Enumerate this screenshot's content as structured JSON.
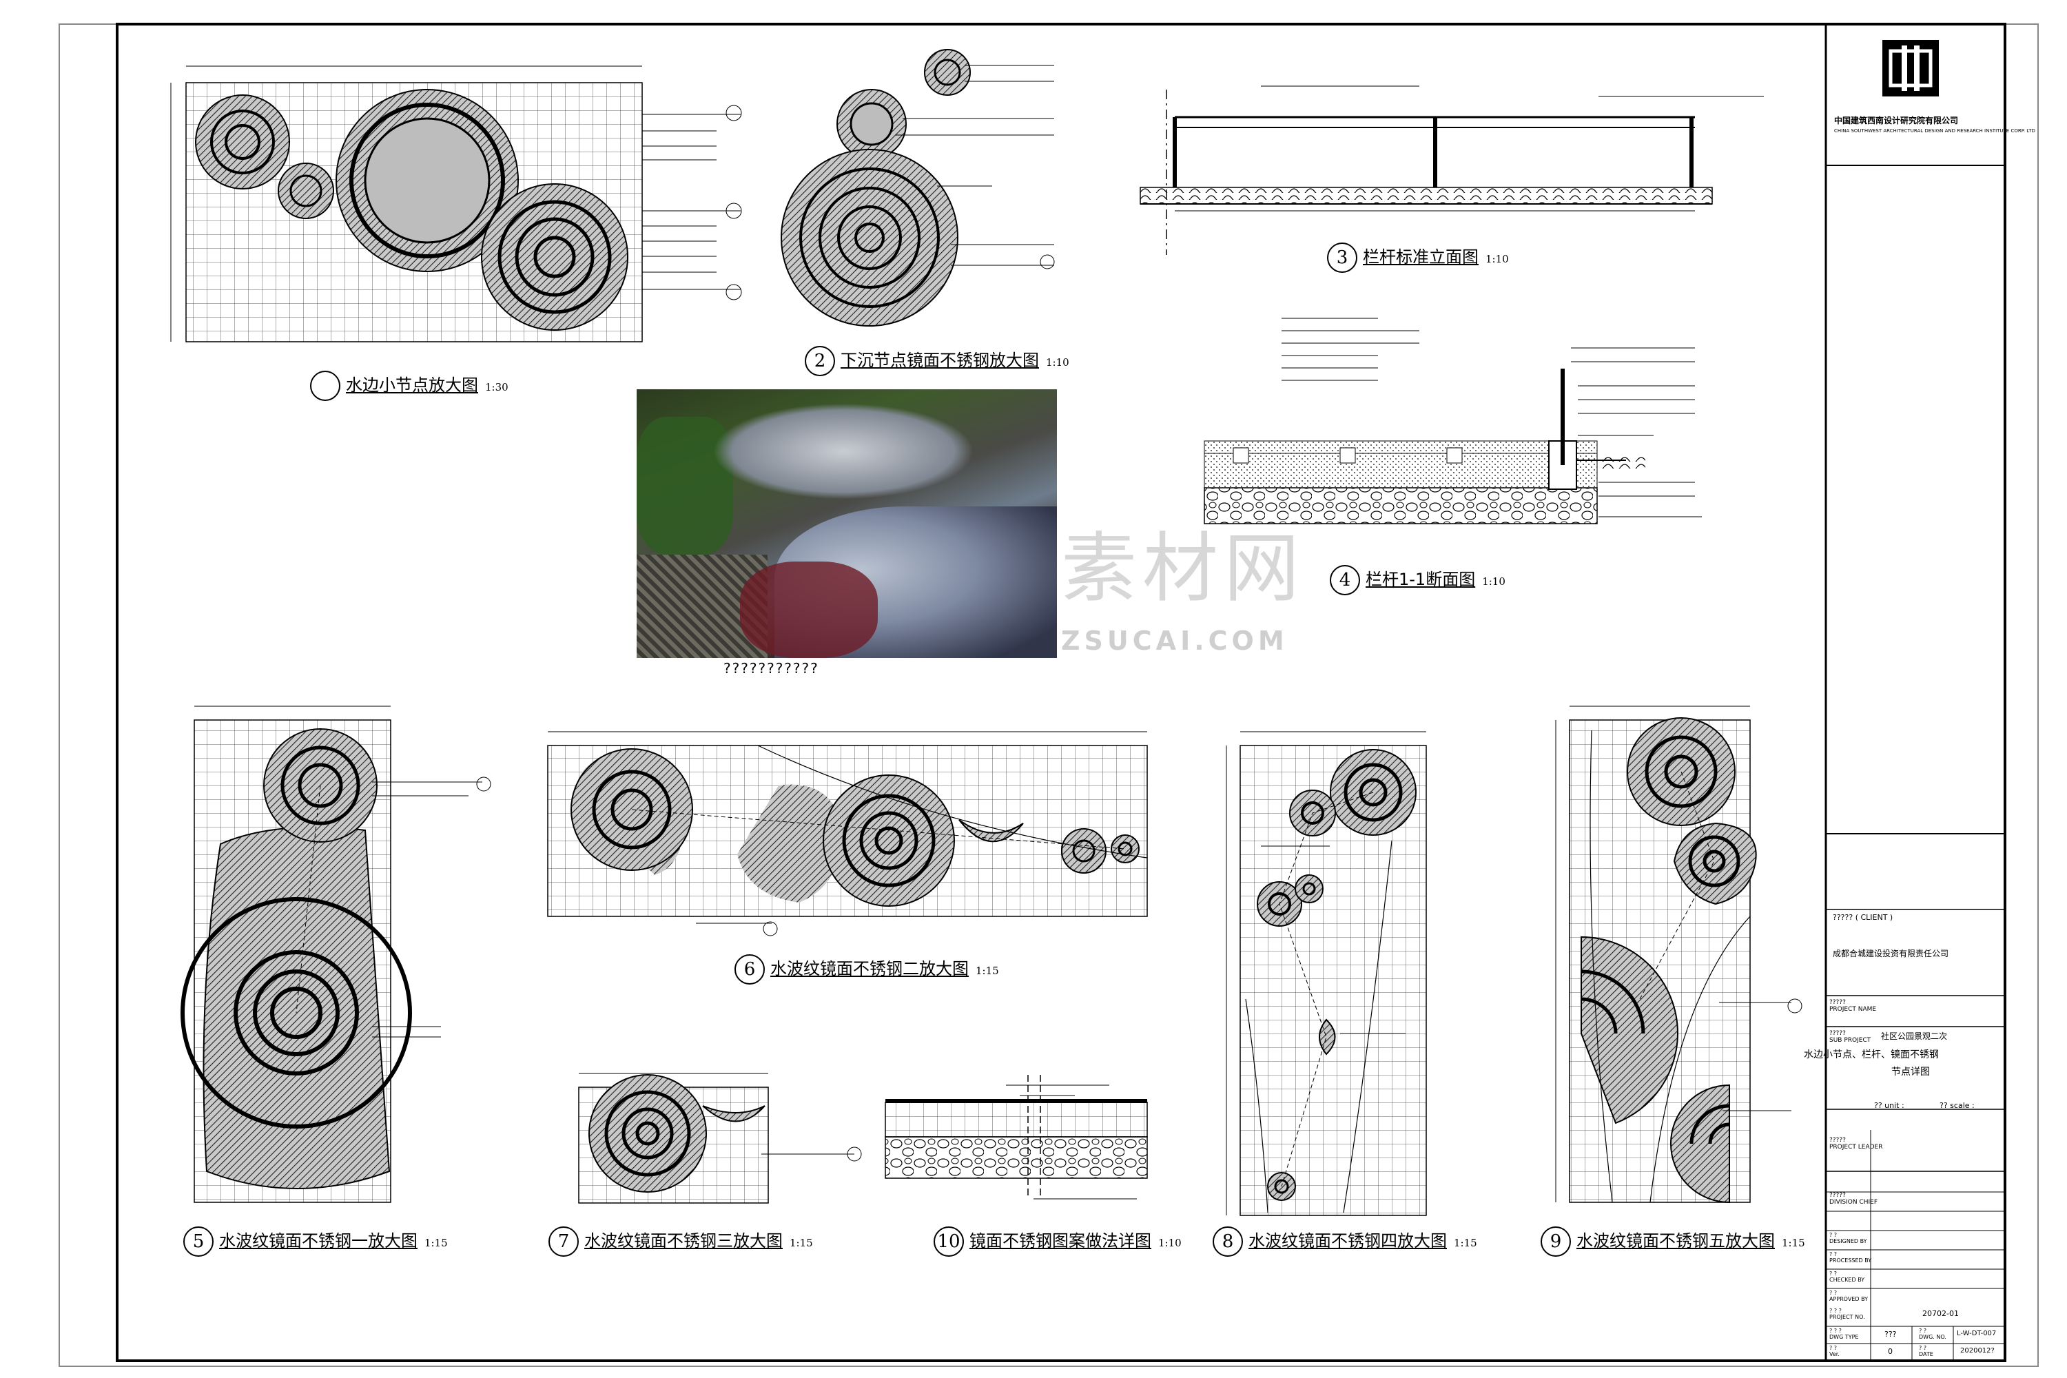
{
  "company": {
    "name_cn": "中国建筑西南设计研究院有限公司",
    "name_en": "CHINA SOUTHWEST ARCHITECTURAL DESIGN AND RESEARCH INSTITUTE CORP. LTD"
  },
  "watermark": {
    "cn": "素材网",
    "en": "ZSUCAI.COM"
  },
  "photo_caption": "???????????",
  "drawings": [
    {
      "num": "",
      "title": "水边小节点放大图",
      "scale": "1:30"
    },
    {
      "num": "2",
      "title": "下沉节点镜面不锈钢放大图",
      "scale": "1:10"
    },
    {
      "num": "3",
      "title": "栏杆标准立面图",
      "scale": "1:10"
    },
    {
      "num": "4",
      "title": "栏杆1-1断面图",
      "scale": "1:10"
    },
    {
      "num": "5",
      "title": "水波纹镜面不锈钢一放大图",
      "scale": "1:15"
    },
    {
      "num": "6",
      "title": "水波纹镜面不锈钢二放大图",
      "scale": "1:15"
    },
    {
      "num": "7",
      "title": "水波纹镜面不锈钢三放大图",
      "scale": "1:15"
    },
    {
      "num": "10",
      "title": "镜面不锈钢图案做法详图",
      "scale": "1:10"
    },
    {
      "num": "8",
      "title": "水波纹镜面不锈钢四放大图",
      "scale": "1:15"
    },
    {
      "num": "9",
      "title": "水波纹镜面不锈钢五放大图",
      "scale": "1:15"
    }
  ],
  "title_block": {
    "client_label": "????? ( CLIENT )",
    "client_value": "成都合城建设投资有限责任公司",
    "project_name_label": "?????\nPROJECT NAME",
    "sub_project_label": "?????\nSUB PROJECT",
    "sub_project_value": "社区公园景观二次",
    "drawing_name_value": "水边小节点、栏杆、镜面不锈钢",
    "drawing_name_value2": "节点详图",
    "unit_label": "?? unit :",
    "scale_label": "?? scale :",
    "project_leader": "?????\nPROJECT LEADER",
    "division_chief": "?????\nDIVISION CHIEF",
    "designed_by": "? ?\nDESIGNED BY",
    "processed_by": "? ?\nPROCESSED BY",
    "checked_by": "? ?\nCHECKED BY",
    "approved_by": "? ?\nAPPROVED BY",
    "project_no_label": "? ? ?\nPROJECT NO.",
    "project_no_value": "20702-01",
    "dwg_type_label": "? ? ?\nDWG TYPE",
    "dwg_type_value": "???",
    "dwg_no_label": "? ?\nDWG. NO.",
    "dwg_no_value": "L-W-DT-007",
    "ver_label": "? ?\nVer.",
    "ver_value": "0",
    "date_label": "? ?\nDATE",
    "date_value": "2020012?"
  }
}
